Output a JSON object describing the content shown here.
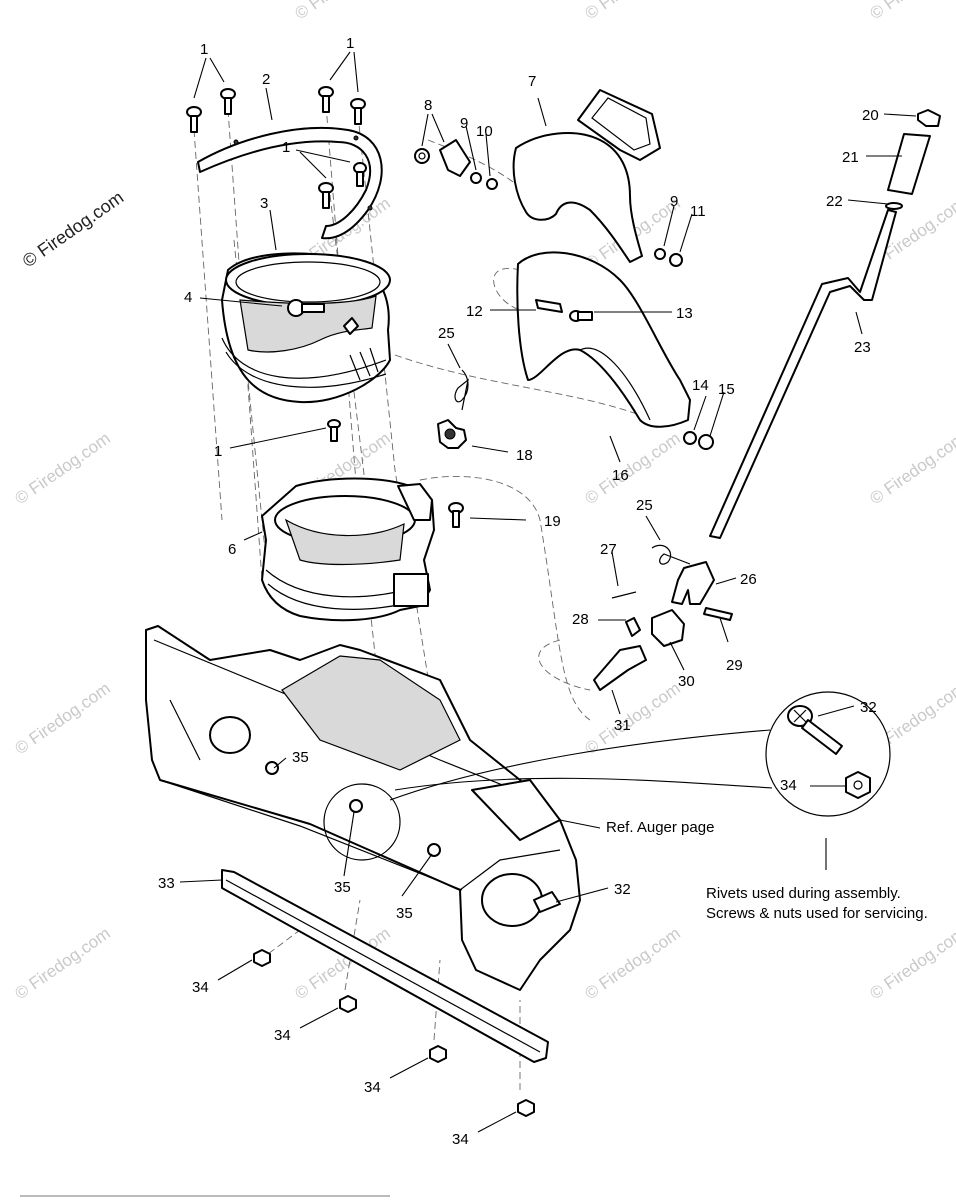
{
  "watermark": {
    "main": "© Firedog.com",
    "repeat": "© Firedog.com"
  },
  "callouts": [
    {
      "id": "c1a",
      "text": "1"
    },
    {
      "id": "c1b",
      "text": "1"
    },
    {
      "id": "c1c",
      "text": "1"
    },
    {
      "id": "c1d",
      "text": "1"
    },
    {
      "id": "c2",
      "text": "2"
    },
    {
      "id": "c3",
      "text": "3"
    },
    {
      "id": "c4",
      "text": "4"
    },
    {
      "id": "c6",
      "text": "6"
    },
    {
      "id": "c7",
      "text": "7"
    },
    {
      "id": "c8",
      "text": "8"
    },
    {
      "id": "c9a",
      "text": "9"
    },
    {
      "id": "c9b",
      "text": "9"
    },
    {
      "id": "c10",
      "text": "10"
    },
    {
      "id": "c11",
      "text": "11"
    },
    {
      "id": "c12",
      "text": "12"
    },
    {
      "id": "c13",
      "text": "13"
    },
    {
      "id": "c14",
      "text": "14"
    },
    {
      "id": "c15",
      "text": "15"
    },
    {
      "id": "c16",
      "text": "16"
    },
    {
      "id": "c18",
      "text": "18"
    },
    {
      "id": "c19",
      "text": "19"
    },
    {
      "id": "c20",
      "text": "20"
    },
    {
      "id": "c21",
      "text": "21"
    },
    {
      "id": "c22",
      "text": "22"
    },
    {
      "id": "c23",
      "text": "23"
    },
    {
      "id": "c25a",
      "text": "25"
    },
    {
      "id": "c25b",
      "text": "25"
    },
    {
      "id": "c26",
      "text": "26"
    },
    {
      "id": "c27",
      "text": "27"
    },
    {
      "id": "c28",
      "text": "28"
    },
    {
      "id": "c29",
      "text": "29"
    },
    {
      "id": "c30",
      "text": "30"
    },
    {
      "id": "c31",
      "text": "31"
    },
    {
      "id": "c32a",
      "text": "32"
    },
    {
      "id": "c32b",
      "text": "32"
    },
    {
      "id": "c33",
      "text": "33"
    },
    {
      "id": "c34a",
      "text": "34"
    },
    {
      "id": "c34b",
      "text": "34"
    },
    {
      "id": "c34c",
      "text": "34"
    },
    {
      "id": "c34d",
      "text": "34"
    },
    {
      "id": "c34e",
      "text": "34"
    },
    {
      "id": "c35a",
      "text": "35"
    },
    {
      "id": "c35b",
      "text": "35"
    },
    {
      "id": "c35c",
      "text": "35"
    }
  ],
  "notes": {
    "ref_auger": "Ref. Auger page",
    "rivets_line1": "Rivets used during assembly.",
    "rivets_line2": "Screws & nuts used for servicing."
  }
}
